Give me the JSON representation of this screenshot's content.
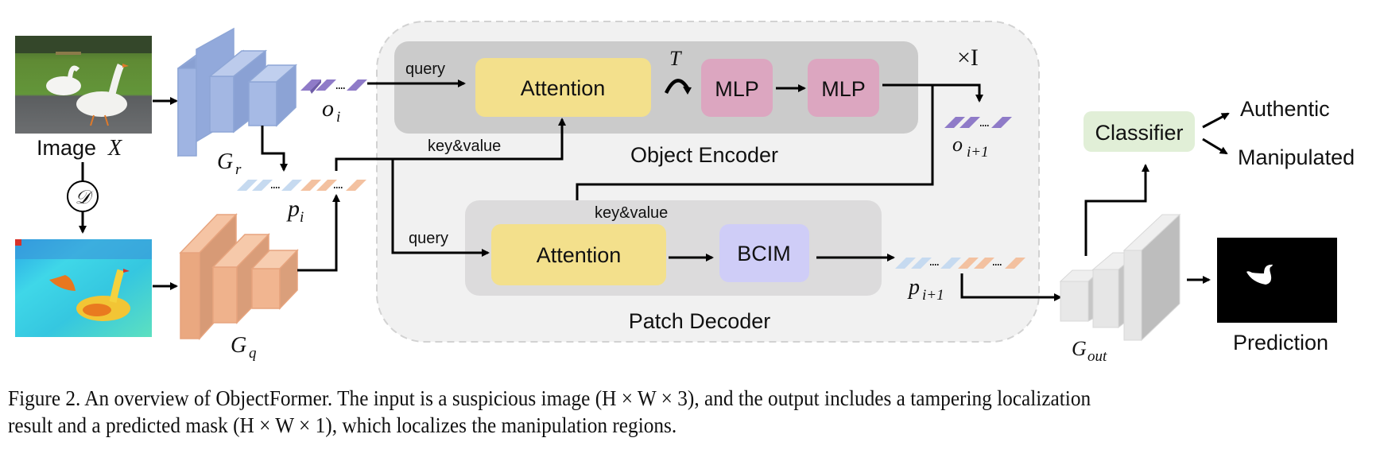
{
  "figure": {
    "caption_line1": "Figure 2. An overview of ObjectFormer. The input is a suspicious image (H × W × 3), and the output includes a tampering localization",
    "caption_line2": "result and a predicted mask (H × W × 1), which localizes the manipulation regions."
  },
  "inputs": {
    "image_label": "Image",
    "image_var": "X",
    "transform_symbol": "𝒟"
  },
  "encoders": {
    "rgb_encoder": "G",
    "rgb_sub": "r",
    "freq_encoder": "G",
    "freq_sub": "q",
    "output_decoder": "G",
    "output_sub": "out"
  },
  "tokens": {
    "object_tokens": "o",
    "object_sub": "i",
    "object_tokens_next": "o",
    "object_next_sub": "i+1",
    "patch_tokens": "p",
    "patch_sub": "i",
    "patch_tokens_next": "p",
    "patch_next_sub": "i+1"
  },
  "object_encoder": {
    "title": "Object Encoder",
    "attention_label": "Attention",
    "query_label": "query",
    "kv_label": "key&value",
    "loop_label": "T",
    "mlp1_label": "MLP",
    "mlp2_label": "MLP"
  },
  "repeat_label": "×I",
  "patch_decoder": {
    "title": "Patch Decoder",
    "attention_label": "Attention",
    "query_label": "query",
    "kv_label": "key&value",
    "bcim_label": "BCIM"
  },
  "outputs": {
    "classifier_label": "Classifier",
    "class_authentic": "Authentic",
    "class_manipulated": "Manipulated",
    "prediction_label": "Prediction"
  },
  "colors": {
    "rgb_blue": "#9db3e0",
    "freq_orange": "#f0b18c",
    "object_purple": "#9a86cf",
    "patch_blue": "#c5d9ef",
    "attention_yellow": "#f3e08c",
    "mlp_pink": "#dca6c0",
    "bcim_lavender": "#cfcdf7",
    "classifier_green": "#e1efd7",
    "encoder_panel": "#cbcbcb",
    "decoder_panel": "#dcdbdc",
    "outer_panel": "#f1f1f1"
  }
}
